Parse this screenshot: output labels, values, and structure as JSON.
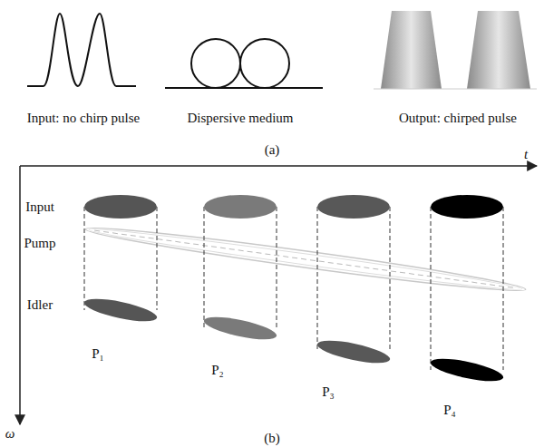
{
  "diagram": {
    "labels": [
      "Input: no chirp pulse",
      "Dispersive medium",
      "Output: chirped pulse",
      "(a)",
      "t",
      "Input",
      "Pump",
      "Idler",
      "P₁",
      "P₂",
      "P₃",
      "P₄",
      "ω",
      "(b)"
    ]
  }
}
